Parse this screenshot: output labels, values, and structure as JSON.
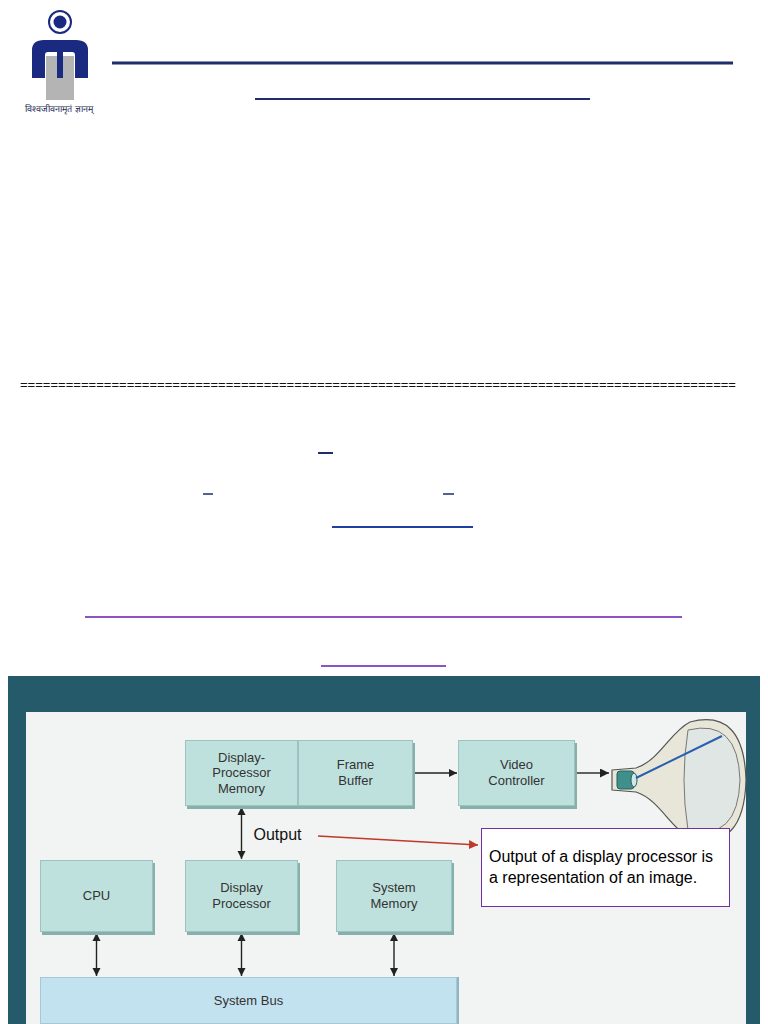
{
  "diagram": {
    "nodes": [
      {
        "text": [
          "Display- Processor Memory"
        ]
      },
      {
        "text": [
          "Frame Buffer"
        ]
      },
      {
        "text": [
          "Video Controller"
        ]
      },
      {
        "text": [
          "Output of a display processor is a representation of an image."
        ]
      },
      {
        "text": [
          "CPU"
        ]
      },
      {
        "text": [
          "Display Processor"
        ]
      },
      {
        "text": [
          "System Memory"
        ]
      },
      {
        "text": [
          "System Bus"
        ]
      }
    ],
    "edges": [
      {
        "from": 1,
        "to": 2,
        "arrow": "to"
      },
      {
        "from": 0,
        "to": 5,
        "label": "Output",
        "arrow": "both"
      },
      {
        "from": 4,
        "to": 7,
        "arrow": "both"
      },
      {
        "from": 5,
        "to": 7,
        "arrow": "both"
      },
      {
        "from": 6,
        "to": 7,
        "arrow": "both"
      }
    ],
    "labels": [
      "विश्वजीवनामृतं ज्ञानम्",
      "=============================================================================================="
    ]
  }
}
